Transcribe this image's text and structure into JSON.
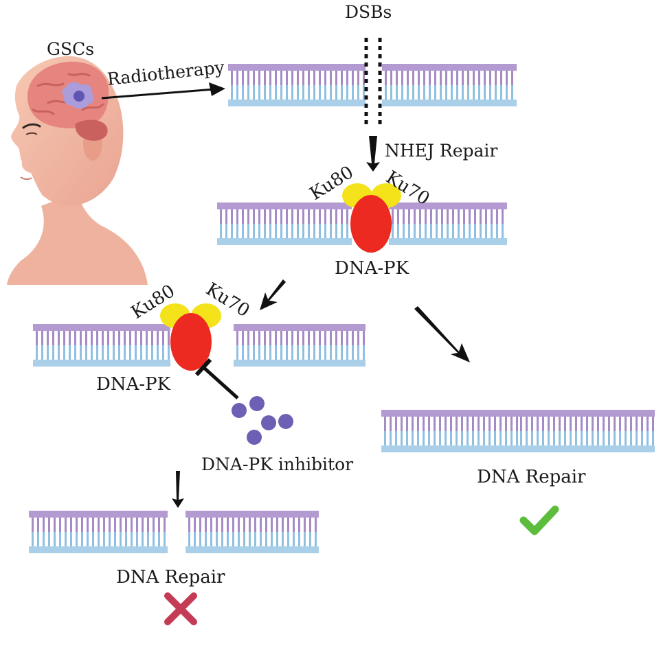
{
  "labels": {
    "gscs": "GSCs",
    "dsbs": "DSBs",
    "radiotherapy": "Radiotherapy",
    "nhej_repair": "NHEJ Repair",
    "ku80": "Ku80",
    "ku70": "Ku70",
    "dna_pk": "DNA-PK",
    "dna_pk_inhibitor": "DNA-PK inhibitor",
    "dna_repair": "DNA Repair"
  },
  "colors": {
    "strand_top": "#b39ad1",
    "strand_bottom": "#a9cfe9",
    "rung_top": "#a58ac6",
    "rung_bottom": "#8fc0e2",
    "ku": "#f4e21a",
    "dna_pk": "#ec2a22",
    "inhibitor": "#6d5fb3",
    "check": "#5cbd3c",
    "cross": "#c43b55",
    "arrow": "#111111"
  },
  "icons": {
    "head": "human-head-with-brain-tumor-icon",
    "success": "check-mark-icon",
    "failure": "cross-mark-icon"
  }
}
